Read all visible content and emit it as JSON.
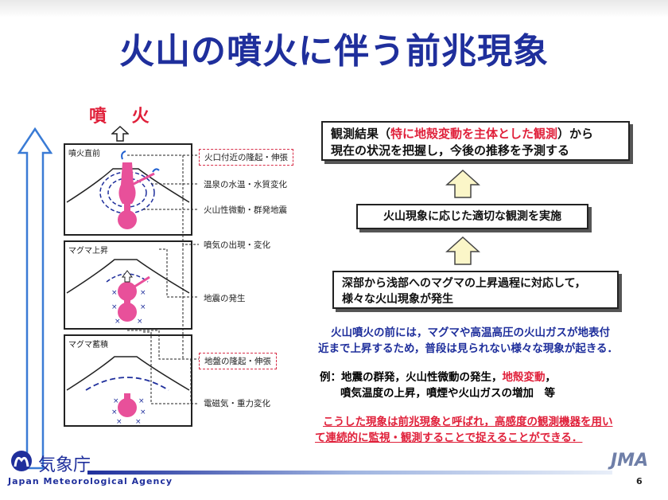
{
  "title": "火山の噴火に伴う前兆現象",
  "eruption_label": "噴 火",
  "panels": [
    {
      "label": "噴火直前"
    },
    {
      "label": "マグマ上昇"
    },
    {
      "label": "マグマ蓄積"
    }
  ],
  "annotations": [
    "火口付近の隆起・伸張",
    "温泉の水温・水質変化",
    "火山性微動・群発地震",
    "噴気の出現・変化",
    "地震の発生",
    "地盤の隆起・伸張",
    "電磁気・重力変化"
  ],
  "flow": {
    "top_prefix": "観測結果（",
    "top_red": "特に地殻変動を主体とした観測",
    "top_suffix": "）から",
    "top_line2": "現在の状況を把握し，今後の推移を予測する",
    "middle": "火山現象に応じた適切な観測を実施",
    "bottom_line1": "深部から浅部へのマグマの上昇過程に対応して，",
    "bottom_line2": "様々な火山現象が発生"
  },
  "description": {
    "line1": "火山噴火の前には，マグマや高温高圧の火山ガスが地表付",
    "line2": "近まで上昇するため，普段は見られない様々な現象が起きる．",
    "example_prefix": "例：地震の群発，火山性微動の発生，",
    "example_red": "地殻変動",
    "example_comma": "，",
    "example_line2": "噴気温度の上昇，噴煙や火山ガスの増加　等",
    "conclusion_line1": "こうした現象は前兆現象と呼ばれ，高感度の観測機器を用い",
    "conclusion_line2": "て連続的に監視・観測することで捉えることができる．"
  },
  "footer": {
    "agency_jp": "気象庁",
    "agency_en": "Japan Meteorological Agency",
    "logo_text": "JMA",
    "page_number": "6"
  },
  "colors": {
    "title_blue": "#1f2f9c",
    "accent_red": "#e0203a",
    "magma_pink": "#e8509a",
    "arrow_yellow": "#fbf6c8"
  }
}
